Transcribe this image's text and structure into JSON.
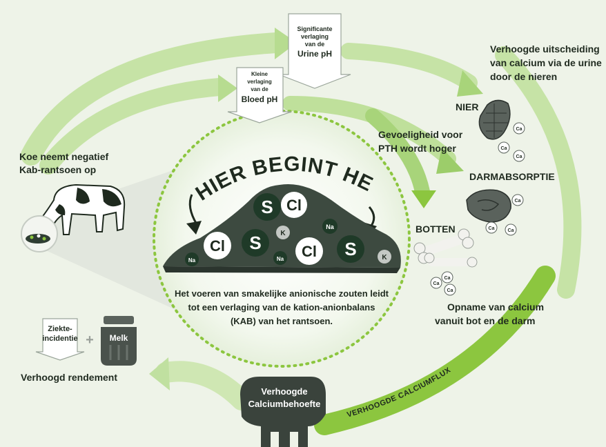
{
  "colors": {
    "background": "#eef3e8",
    "arrow_green": "#8cc63f",
    "arrow_pale": "#c6e3a6",
    "dark_text": "#1f2a1f",
    "dark_circle": "#1f3a28",
    "heap": "#3d4a40"
  },
  "banner": "HIER BEGINT HET",
  "cow_label": [
    "Koe neemt negatief",
    "Kab-rantsoen op"
  ],
  "urine_box": [
    "Significante",
    "verlaging",
    "van de",
    "Urine pH"
  ],
  "blood_box": [
    "Kleine",
    "verlaging",
    "van de",
    "Bloed pH"
  ],
  "kidney_text": [
    "Verhoogde uitscheiding",
    "van calcium via de urine",
    "door de nieren"
  ],
  "nier": "NIER",
  "pth_text": [
    "Gevoeligheid voor",
    "PTH wordt hoger"
  ],
  "darm": "DARMABSORPTIE",
  "botten": "BOTTEN",
  "opname": [
    "Opname van calcium",
    "vanuit bot en de darm"
  ],
  "center_text": [
    "Het voeren van smakelijke anionische zouten leidt",
    "tot een verlaging van de kation-anionbalans",
    "(KAB) van het rantsoen."
  ],
  "calciumflux": "VERHOOGDE CALCIUMFLUX",
  "udder_text": [
    "Verhoogde",
    "Calciumbehoefte"
  ],
  "ziekte": [
    "Ziekte-",
    "incidentie"
  ],
  "plus": "+",
  "melk": "Melk",
  "rendement": "Verhoogd rendement",
  "ions": {
    "s": "S",
    "cl": "Cl",
    "k": "K",
    "na": "Na",
    "ca": "Ca"
  },
  "icons": [
    "cow-icon",
    "kidney-icon",
    "intestine-icon",
    "bone-icon",
    "udder-icon",
    "milk-can-icon",
    "ion-circle-icon"
  ]
}
